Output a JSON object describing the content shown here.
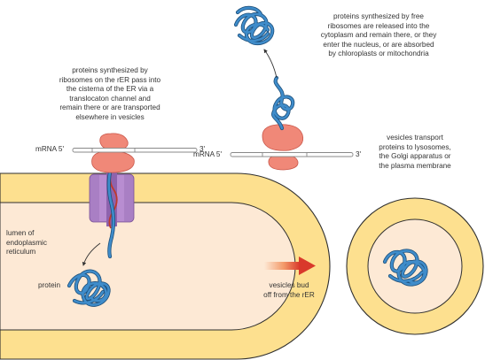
{
  "labels": {
    "free_ribosome_text": [
      "proteins synthesized by free",
      "ribosomes are released into the",
      "cytoplasm and remain there, or they",
      "enter the nucleus, or are absorbed",
      "by chloroplasts or mitochondria"
    ],
    "rer_text": [
      "proteins synthesized by",
      "ribosomes on the rER pass into",
      "the cisterna of the ER via a",
      "translocaton channel and",
      "remain there or are transported",
      "elsewhere in vesicles"
    ],
    "vesicle_transport_text": [
      "vesicles transport",
      "proteins to lysosomes,",
      "the Golgi apparatus or",
      "the plasma membrane"
    ],
    "lumen_text": [
      "lumen of",
      "endoplasmic",
      "reticulum"
    ],
    "protein_label": "protein",
    "bud_text": [
      "vesicles bud",
      "off from the rER"
    ],
    "mrna_left_5": "mRNA 5'",
    "mrna_left_3": "3'",
    "mrna_right_5": "mRNA 5'",
    "mrna_right_3": "3'"
  },
  "colors": {
    "er_membrane": "#fde08f",
    "er_membrane_stroke": "#2f2f2f",
    "lumen": "#fde9d5",
    "ribosome": "#f08878",
    "ribosome_stroke": "#c9574a",
    "channel": "#a97fc4",
    "channel_dark": "#8e63ad",
    "protein": "#2f79b8",
    "protein_dark": "#1d4f7a",
    "nascent_chain": "#c0392b",
    "mrna_fill": "#ffffff",
    "mrna_stroke": "#888888",
    "arrow_start": "#fde9d5",
    "arrow_end": "#d9392b",
    "text": "#333333"
  }
}
